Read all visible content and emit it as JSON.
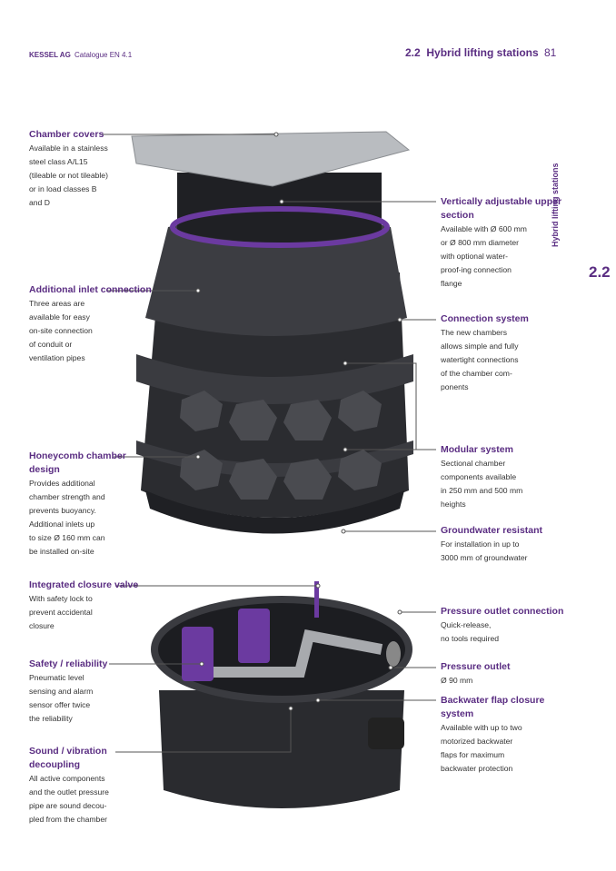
{
  "header": {
    "company": "KESSEL AG",
    "catalogue": "Catalogue EN 4.1",
    "section": "2.2  Hybrid lifting stations",
    "page_number": "81"
  },
  "side_tab": {
    "title": "Hybrid lifting stations",
    "number": "2.2"
  },
  "left_callouts": [
    {
      "title": "Chamber covers",
      "lines": [
        "Available in a stainless",
        "steel class A/L15",
        "(tileable or not tileable)",
        "or in load classes B",
        "and D"
      ]
    },
    {
      "title": "Additional inlet connection",
      "lines": [
        "Three areas are",
        "available for easy",
        "on-site connection",
        "of conduit or",
        "ventilation pipes"
      ]
    },
    {
      "title": "Honeycomb chamber design",
      "lines": [
        "Provides additional",
        "chamber strength and",
        "prevents buoyancy.",
        "Additional inlets up",
        "to size Ø 160 mm can",
        "be installed on-site"
      ]
    },
    {
      "title": "Integrated closure valve",
      "lines": [
        "With safety lock to",
        "prevent accidental",
        "closure"
      ]
    },
    {
      "title": "Safety / reliability",
      "lines": [
        "Pneumatic level",
        "sensing and alarm",
        "sensor offer twice",
        "the reliability"
      ]
    },
    {
      "title": "Sound / vibration decoupling",
      "lines": [
        "All active components",
        "and the outlet pressure",
        "pipe are sound decou-",
        "pled from the chamber"
      ]
    }
  ],
  "right_callouts": [
    {
      "title": "Vertically adjustable upper section",
      "lines": [
        "Available with Ø 600 mm",
        "or Ø 800 mm diameter",
        "with optional water-",
        "proof-ing connection",
        "flange"
      ]
    },
    {
      "title": "Connection system",
      "lines": [
        "The new chambers",
        "allows simple and fully",
        "watertight connections",
        "of the chamber com-",
        "ponents"
      ]
    },
    {
      "title": "Modular system",
      "lines": [
        "Sectional chamber",
        "components available",
        "in 250 mm and 500 mm",
        "heights"
      ]
    },
    {
      "title": "Groundwater resistant",
      "lines": [
        "For installation in up to",
        "3000 mm of groundwater"
      ]
    },
    {
      "title": "Pressure outlet connection",
      "lines": [
        "Quick-release,",
        "no tools required"
      ]
    },
    {
      "title": "Pressure outlet",
      "lines": [
        "Ø 90 mm"
      ]
    },
    {
      "title": "Backwater flap closure system",
      "lines": [
        "Available with up to two",
        "motorized backwater",
        "flaps for maximum",
        "backwater protection"
      ]
    }
  ],
  "colors": {
    "accent": "#5a2d82",
    "chamber": "#2e2f33"
  }
}
